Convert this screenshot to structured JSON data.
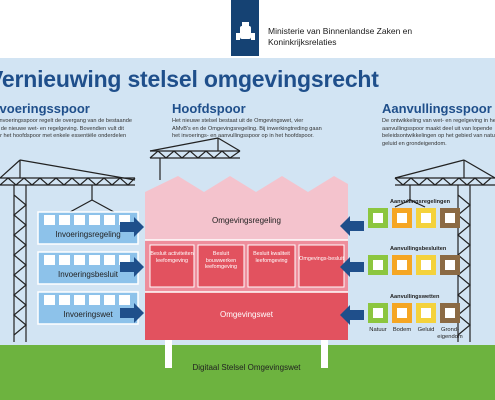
{
  "header": {
    "org_line1": "Ministerie van Binnenlandse Zaken en",
    "org_line2": "Koninkrijksrelaties"
  },
  "title": "Vernieuwing stelsel omgevingsrecht",
  "left": {
    "heading": "Invoeringsspoor",
    "text": "Het invoeringsspoor regelt de overgang van de bestaande naar de nieuwe wet- en regelgeving. Bovendien vult dit spoor het hoofdspoor met enkele essentiële onderdelen aan.",
    "floors": [
      "Invoeringsregeling",
      "Invoeringsbesluit",
      "Invoeringswet"
    ]
  },
  "center": {
    "heading": "Hoofdspoor",
    "text": "Het nieuwe stelsel bestaat uit de Omgevingswet, vier AMvB's en de Omgevingsregeling. Bij inwerkingtreding gaan het invoerings- en aanvullingsspoor op in het hoofdspoor.",
    "top": "Omgevingsregeling",
    "middle": [
      "Besluit activiteiten leefomgeving",
      "Besluit bouwwerken leefomgeving",
      "Besluit kwaliteit leefomgeving",
      "Omgevings-besluit"
    ],
    "bottom": "Omgevingswet"
  },
  "right": {
    "heading": "Aanvullingsspoor",
    "text": "De ontwikkeling van wet- en regelgeving in het aanvullingsspoor maakt deel uit van lopende beleidsontwikkelingen op het gebied van natuur, bodem, geluid en grondeigendom.",
    "levels": [
      "Aanvullingsregelingen",
      "Aanvullingsbesluiten",
      "Aanvullingswetten"
    ],
    "categories": [
      "Natuur",
      "Bodem",
      "Geluid",
      "Grond-eigendom"
    ]
  },
  "ground": "Digitaal Stelsel Omgevingswet",
  "colors": {
    "sky": "#d2e4f3",
    "ground": "#6db33f",
    "navy": "#1f4f8b",
    "pink_light": "#f4c3cd",
    "pink_mid": "#ee8e9c",
    "red": "#e2525f",
    "blue_floor": "#8dc2ea",
    "natuur": "#8cc63f",
    "bodem": "#f5a623",
    "geluid": "#f4d23c",
    "grondeigendom": "#8b6a44"
  }
}
